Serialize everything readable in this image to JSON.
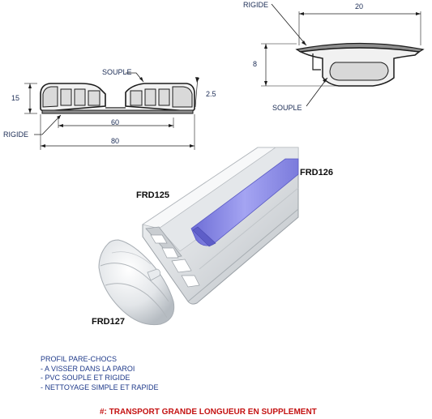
{
  "diagram_left": {
    "labels": {
      "soft": "SOUPLE",
      "rigid": "RIGIDE"
    },
    "dimensions": {
      "height": "15",
      "lip": "2.5",
      "inner_width": "60",
      "total_width": "80"
    }
  },
  "diagram_right": {
    "labels": {
      "rigid": "RIGIDE",
      "soft": "SOUPLE"
    },
    "dimensions": {
      "width": "20",
      "height": "8"
    }
  },
  "product_codes": {
    "profile": "FRD125",
    "insert": "FRD126",
    "end_cap": "FRD127"
  },
  "description": {
    "title": "PROFIL PARE-CHOCS",
    "features": [
      "- A VISSER DANS LA PAROI",
      "- PVC SOUPLE ET RIGIDE",
      "- NETTOYAGE SIMPLE ET RAPIDE"
    ]
  },
  "note": "#: TRANSPORT GRANDE LONGUEUR EN SUPPLEMENT",
  "colors": {
    "text": "#1f3a8a",
    "note": "#c41212",
    "insert": "#8f8fe6",
    "profile": "#dcdfe2"
  }
}
